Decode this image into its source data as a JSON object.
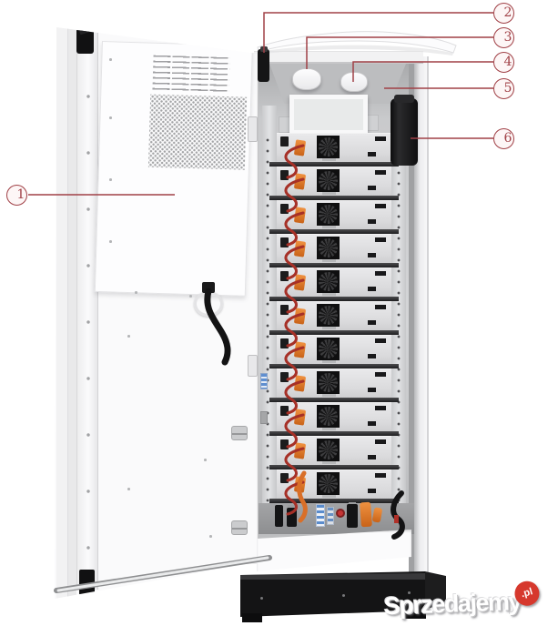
{
  "figure": {
    "type": "technical-diagram",
    "subject": "battery energy storage cabinet with open front door and 11 stacked battery modules",
    "module_count": 11
  },
  "callouts": [
    {
      "label": "1",
      "target": "door-inner-panel"
    },
    {
      "label": "2",
      "target": "top-left-connector"
    },
    {
      "label": "3",
      "target": "cable-gland-left"
    },
    {
      "label": "4",
      "target": "cable-gland-right"
    },
    {
      "label": "5",
      "target": "top-frame-edge"
    },
    {
      "label": "6",
      "target": "side-black-component"
    }
  ],
  "watermark": {
    "brand": "Sprzedajemy",
    "suffix": ".pl"
  },
  "colors": {
    "callout_accent": "#a04046",
    "badge_red": "#d6382d",
    "cable_red": "#a63027",
    "cable_orange": "#d96f28",
    "base_black": "#141415"
  }
}
